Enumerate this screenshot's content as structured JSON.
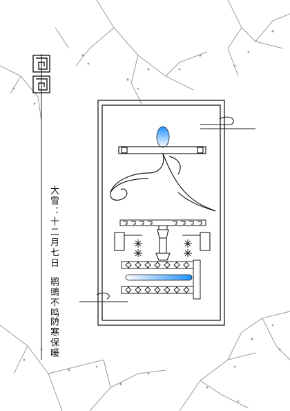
{
  "poster": {
    "caption_line1": "大雪：十二月七日",
    "caption_line2": "鹖鴠不鸣、",
    "caption_line3": "防寒保暖"
  },
  "colors": {
    "ink": "#1a1a1a",
    "accent_blue": "#1e90ff",
    "branch_gray": "#8a8a8a"
  }
}
